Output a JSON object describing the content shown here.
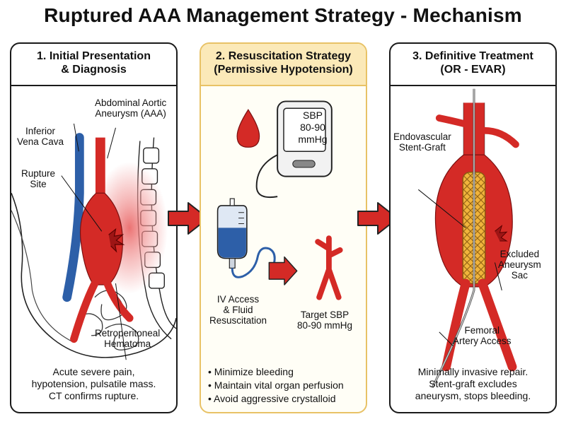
{
  "title": "Ruptured AAA Management Strategy - Mechanism",
  "colors": {
    "artery": "#d42a26",
    "vein": "#2d5fa8",
    "hematoma": "#f3a3a3",
    "panel2_border": "#e8c266",
    "panel2_header": "#fbe9b8",
    "stent": "#f0b43c"
  },
  "panel1": {
    "heading_line1": "1. Initial Presentation",
    "heading_line2": "& Diagnosis",
    "label_aaa_line1": "Abdominal Aortic",
    "label_aaa_line2": "Aneurysm (AAA)",
    "label_ivc_line1": "Inferior",
    "label_ivc_line2": "Vena Cava",
    "label_rupture_line1": "Rupture",
    "label_rupture_line2": "Site",
    "label_hematoma_line1": "Retroperitoneal",
    "label_hematoma_line2": "Hematoma",
    "footer_line1": "Acute severe pain,",
    "footer_line2": "hypotension, pulsatile mass.",
    "footer_line3": "CT confirms rupture."
  },
  "panel2": {
    "heading_line1": "2. Resuscitation Strategy",
    "heading_line2": "(Permissive Hypotension)",
    "monitor_line1": "SBP",
    "monitor_line2": "80-90",
    "monitor_line3": "mmHg",
    "label_iv_line1": "IV Access",
    "label_iv_line2": "& Fluid",
    "label_iv_line3": "Resuscitation",
    "label_target_line1": "Target SBP",
    "label_target_line2": "80-90 mmHg",
    "bullets": [
      "Minimize bleeding",
      "Maintain vital organ perfusion",
      "Avoid aggressive crystalloid"
    ]
  },
  "panel3": {
    "heading_line1": "3. Definitive Treatment",
    "heading_line2": "(OR - EVAR)",
    "label_stent_line1": "Endovascular",
    "label_stent_line2": "Stent-Graft",
    "label_sac_line1": "Excluded",
    "label_sac_line2": "Aneurysm",
    "label_sac_line3": "Sac",
    "label_access_line1": "Femoral",
    "label_access_line2": "Artery Access",
    "footer_line1": "Minimally invasive repair.",
    "footer_line2": "Stent-graft excludes",
    "footer_line3": "aneurysm, stops bleeding."
  }
}
